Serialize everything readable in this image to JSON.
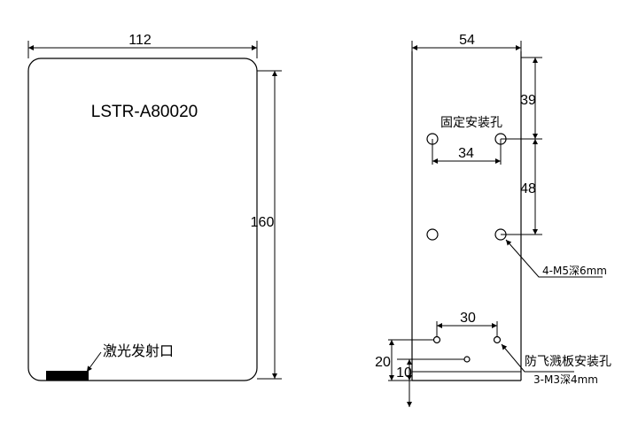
{
  "front_view": {
    "model_label": "LSTR-A80020",
    "width_dim": "112",
    "height_dim": "160",
    "laser_outlet_label": "激光发射口"
  },
  "side_view": {
    "width_dim": "54",
    "top_offset_dim": "39",
    "hole_spacing_v_dim": "48",
    "hole_spacing_h_dim": "34",
    "mount_holes_label": "固定安装孔",
    "mount_thread_label": "4-M5深6mm",
    "splash_spacing_dim": "30",
    "splash_plate_label": "防飞溅板安装孔",
    "splash_thread_label": "3-M3深4mm",
    "bottom_dim_20": "20",
    "bottom_dim_10": "10"
  }
}
